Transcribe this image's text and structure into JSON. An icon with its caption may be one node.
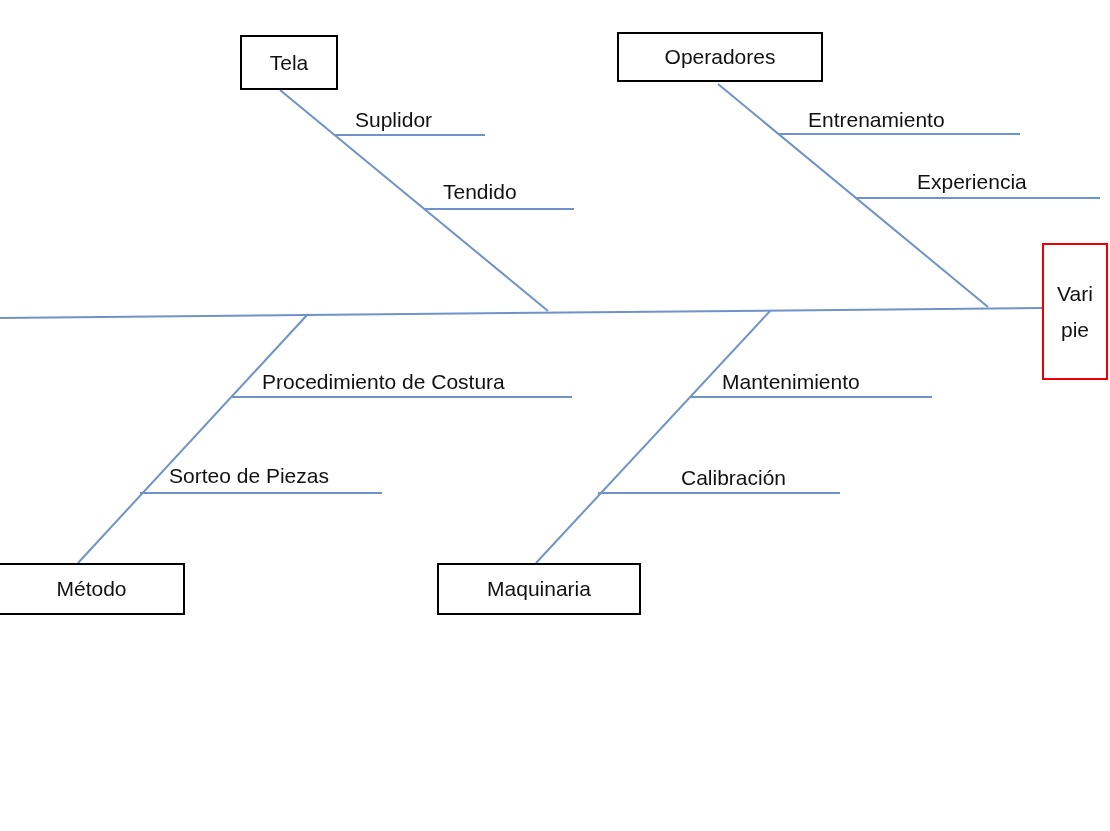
{
  "diagram": {
    "nodes": [
      {
        "text": [
          "Tela"
        ]
      },
      {
        "text": [
          "Operadores"
        ]
      },
      {
        "text": [
          "Vari pie"
        ]
      },
      {
        "text": [
          "Método"
        ]
      },
      {
        "text": [
          "Maquinaria"
        ]
      }
    ],
    "edges": [
      {
        "from": 0,
        "to": null,
        "arrow": "none"
      },
      {
        "from": 1,
        "to": null,
        "arrow": "none"
      },
      {
        "from": null,
        "to": 2,
        "arrow": "none"
      },
      {
        "from": 3,
        "to": null,
        "arrow": "none"
      },
      {
        "from": 4,
        "to": null,
        "arrow": "none"
      }
    ],
    "labels": [
      "Suplidor",
      "Entrenamiento",
      "Tendido",
      "Experiencia",
      "Procedimiento de Costura",
      "Mantenimiento",
      "Sorteo de Piezas",
      "Calibración"
    ]
  }
}
